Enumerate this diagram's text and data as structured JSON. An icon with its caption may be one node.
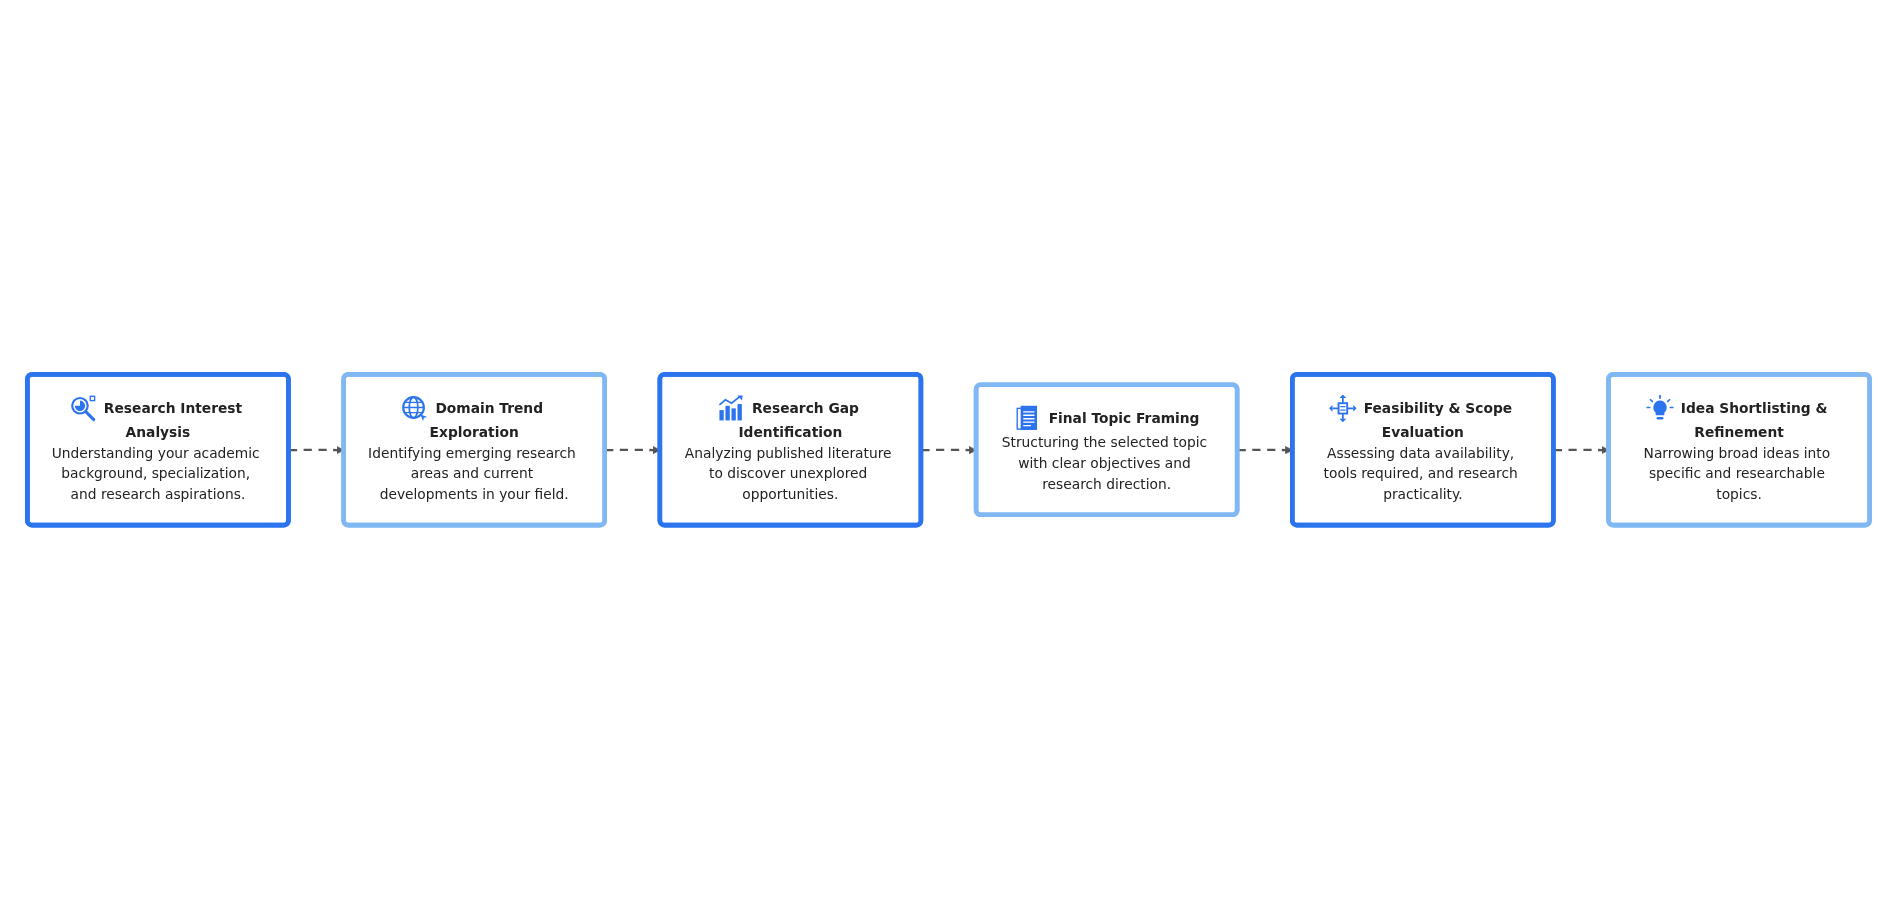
{
  "diagram": {
    "nodes": [
      {
        "text": [
          "Research Interest Analysis",
          "Understanding your academic background, specialization, and research aspirations."
        ]
      },
      {
        "text": [
          "Domain Trend Exploration",
          "Identifying emerging research areas and current developments in your field."
        ]
      },
      {
        "text": [
          "Research Gap Identification",
          "Analyzing published literature to discover unexplored opportunities."
        ]
      },
      {
        "text": [
          "Idea Shortlisting & Refinement",
          "Narrowing broad ideas into specific and researchable topics."
        ]
      },
      {
        "text": [
          "Feasibility & Scope Evaluation",
          "Assessing data availability, tools required, and research practicality."
        ]
      },
      {
        "text": [
          "Final Topic Framing",
          "Structuring the selected topic with clear objectives and research direction."
        ]
      }
    ],
    "edges": [
      {
        "from": 0,
        "to": 1,
        "arrow": "to",
        "style": "dashed"
      },
      {
        "from": 1,
        "to": 2,
        "arrow": "to",
        "style": "dashed"
      },
      {
        "from": 2,
        "to": 5,
        "arrow": "to",
        "style": "dashed"
      },
      {
        "from": 5,
        "to": 4,
        "arrow": "to",
        "style": "dashed"
      },
      {
        "from": 4,
        "to": 3,
        "arrow": "to",
        "style": "dashed"
      }
    ]
  }
}
